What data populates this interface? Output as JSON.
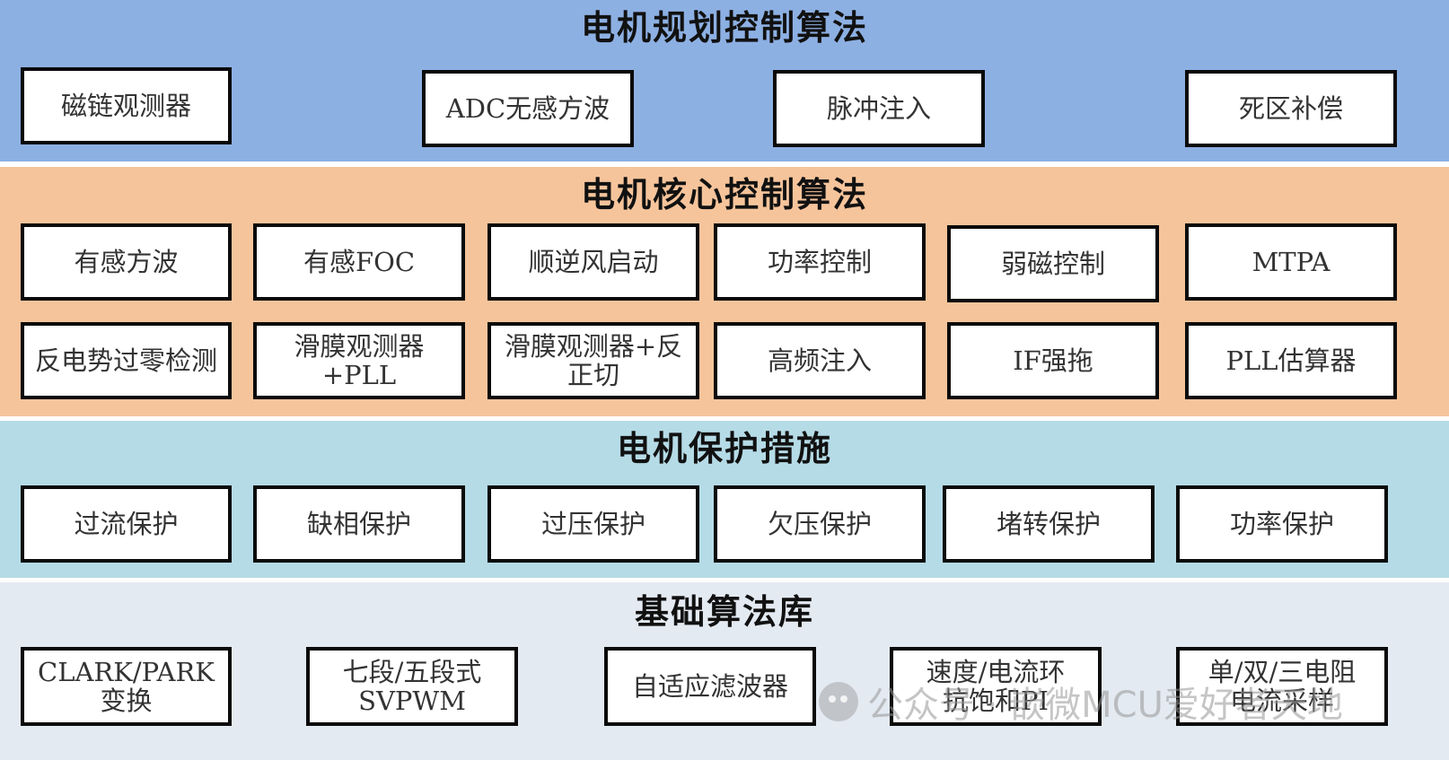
{
  "layers": {
    "planning": {
      "title": "电机规划控制算法",
      "color": "#8db0e3",
      "items": [
        "磁链观测器",
        "ADC无感方波",
        "脉冲注入",
        "死区补偿"
      ]
    },
    "core": {
      "title": "电机核心控制算法",
      "color": "#f6c49b",
      "row1": [
        "有感方波",
        "有感FOC",
        "顺逆风启动",
        "功率控制",
        "弱磁控制",
        "MTPA"
      ],
      "row2": [
        [
          "反电势过零检测"
        ],
        [
          "滑膜观测器",
          "+PLL"
        ],
        [
          "滑膜观测器+反",
          "正切"
        ],
        [
          "高频注入"
        ],
        [
          "IF强拖"
        ],
        [
          "PLL估算器"
        ]
      ]
    },
    "protection": {
      "title": "电机保护措施",
      "color": "#b5dbe6",
      "items": [
        "过流保护",
        "缺相保护",
        "过压保护",
        "欠压保护",
        "堵转保护",
        "功率保护"
      ]
    },
    "library": {
      "title": "基础算法库",
      "color": "#e4eaf2",
      "items": [
        [
          "CLARK/PARK",
          "变换"
        ],
        [
          "七段/五段式",
          "SVPWM"
        ],
        [
          "自适应滤波器"
        ],
        [
          "速度/电流环",
          "抗饱和PI"
        ],
        [
          "单/双/三电阻",
          "电流采样"
        ]
      ]
    }
  },
  "watermark": {
    "icon": "wechat-icon",
    "text": "公众号 · 嵌微MCU爱好者天地"
  }
}
